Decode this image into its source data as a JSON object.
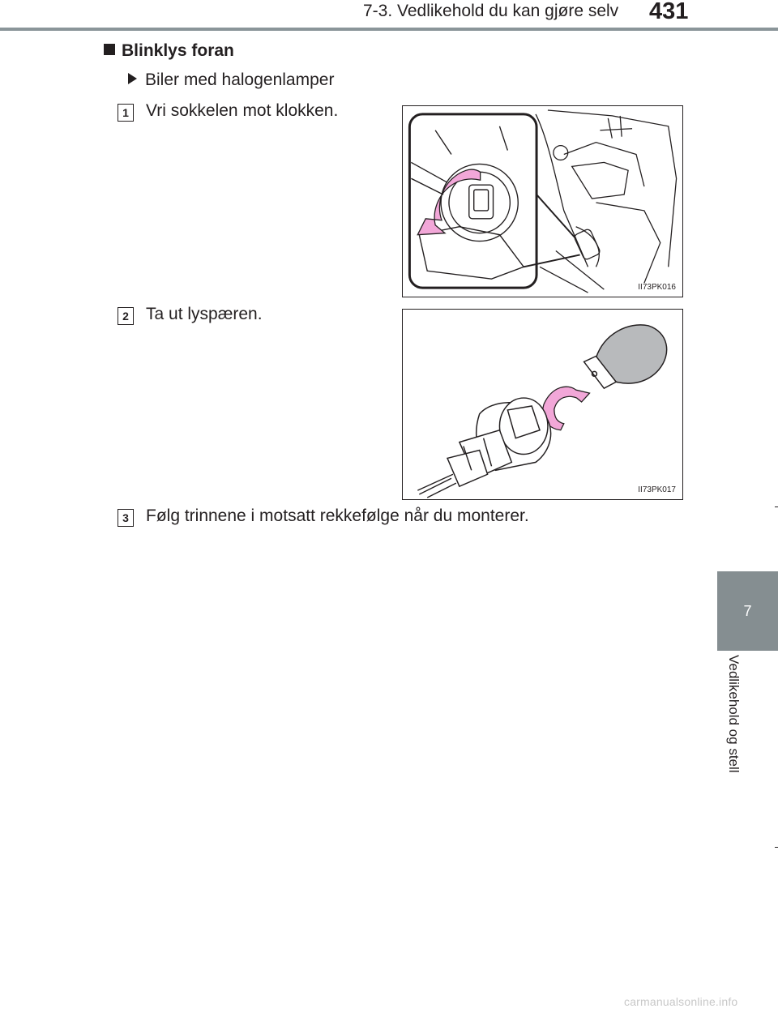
{
  "header": {
    "title": "7-3. Vedlikehold du kan gjøre selv",
    "page_number": "431"
  },
  "chapter_tab": {
    "number": "7",
    "label": "Vedlikehold og stell"
  },
  "section": {
    "heading": "Blinklys foran",
    "subheading": "Biler med halogenlamper"
  },
  "steps": [
    {
      "number": "1",
      "text": "Vri sokkelen mot klokken.",
      "figure_code": "II73PK016"
    },
    {
      "number": "2",
      "text": "Ta ut lyspæren.",
      "figure_code": "II73PK017"
    },
    {
      "number": "3",
      "text": "Følg trinnene i motsatt rekkefølge når du monterer."
    }
  ],
  "colors": {
    "accent_arrow": "#f2a7d8",
    "tab": "#858e91",
    "rule": "#8a9599"
  },
  "watermark": "carmanualsonline.info"
}
